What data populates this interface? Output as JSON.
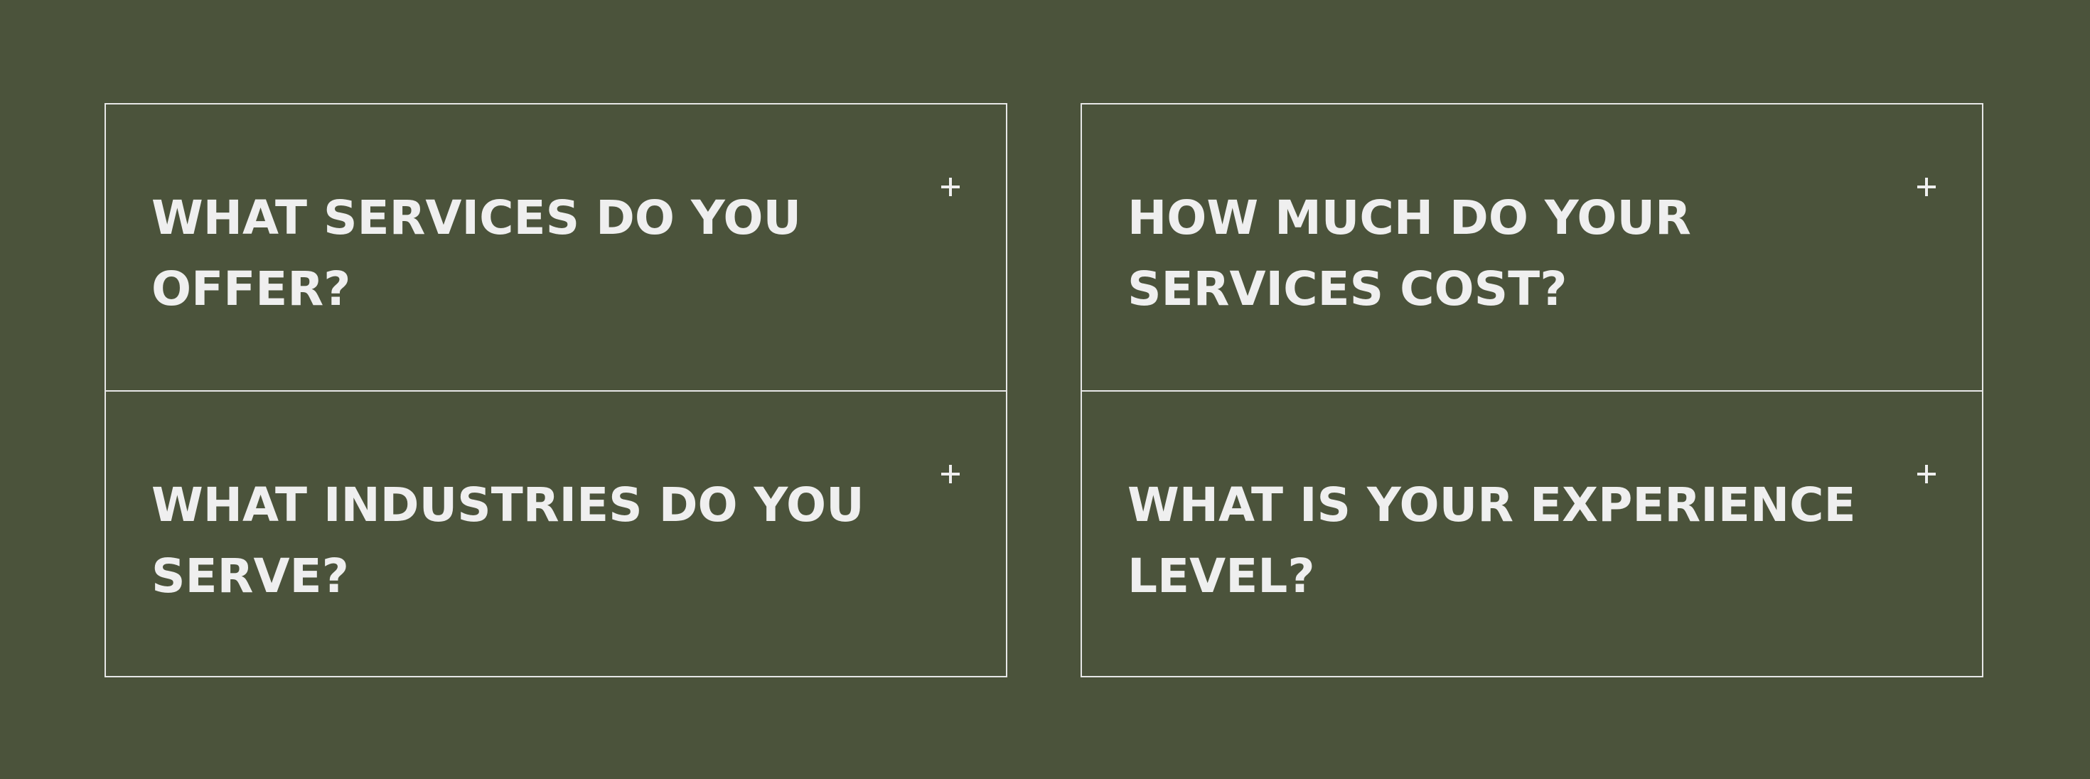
{
  "faq": {
    "left": [
      {
        "question": "WHAT SERVICES DO YOU OFFER?",
        "icon": "plus-icon"
      },
      {
        "question": "WHAT INDUSTRIES DO YOU SERVE?",
        "icon": "plus-icon"
      }
    ],
    "right": [
      {
        "question": "HOW MUCH DO YOUR SERVICES COST?",
        "icon": "plus-icon"
      },
      {
        "question": "WHAT IS YOUR EXPERIENCE LEVEL?",
        "icon": "plus-icon"
      }
    ]
  },
  "colors": {
    "background": "#4b533b",
    "text": "#efefef",
    "border": "#e7e7e7"
  }
}
